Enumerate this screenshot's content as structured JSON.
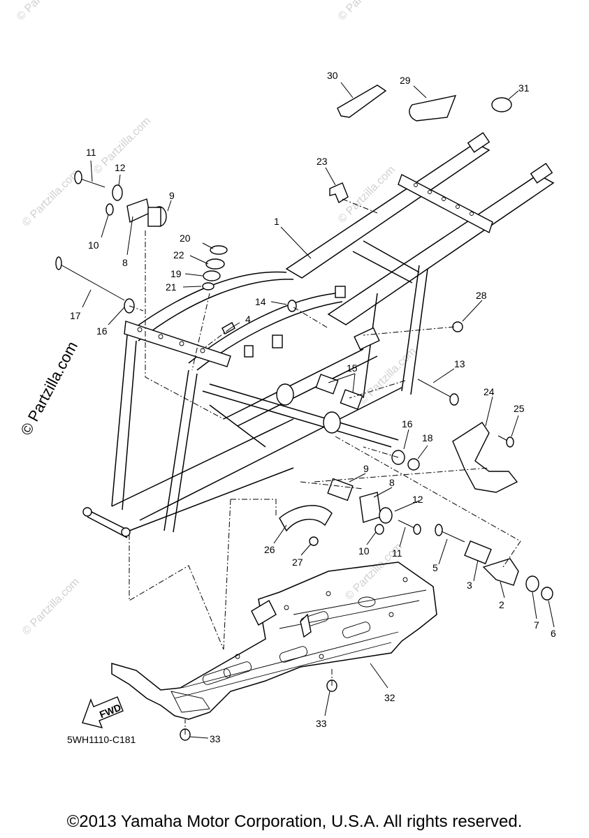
{
  "diagram": {
    "code": "5WH1110-C181",
    "fwd_label": "FWD",
    "watermark": "© Partzilla.com",
    "callouts": [
      "1",
      "2",
      "3",
      "4",
      "5",
      "6",
      "7",
      "8",
      "8",
      "9",
      "9",
      "10",
      "10",
      "11",
      "11",
      "12",
      "12",
      "13",
      "14",
      "15",
      "16",
      "16",
      "17",
      "18",
      "19",
      "20",
      "21",
      "22",
      "23",
      "24",
      "25",
      "26",
      "27",
      "28",
      "29",
      "30",
      "31",
      "32",
      "33",
      "33"
    ]
  },
  "footer": {
    "copyright": "©2013 Yamaha Motor Corporation, U.S.A. All rights reserved."
  }
}
